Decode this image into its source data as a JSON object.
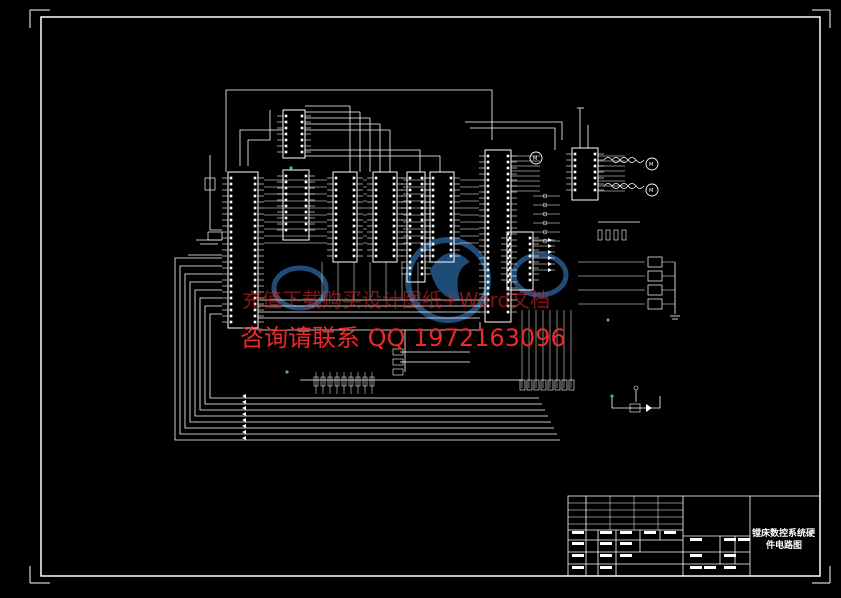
{
  "watermark": {
    "line1": "充值下载购买设计图纸+Word文档",
    "line2": "咨询请联系 QQ 1972163096"
  },
  "title_block": {
    "title_line1": "镗床数控系统硬",
    "title_line2": "件电路图"
  },
  "colors": {
    "background": "#000000",
    "lines": "#ffffff",
    "accent_green": "#4cc04c",
    "accent_red": "#e02020",
    "logo_blue": "#3a8ad8"
  }
}
